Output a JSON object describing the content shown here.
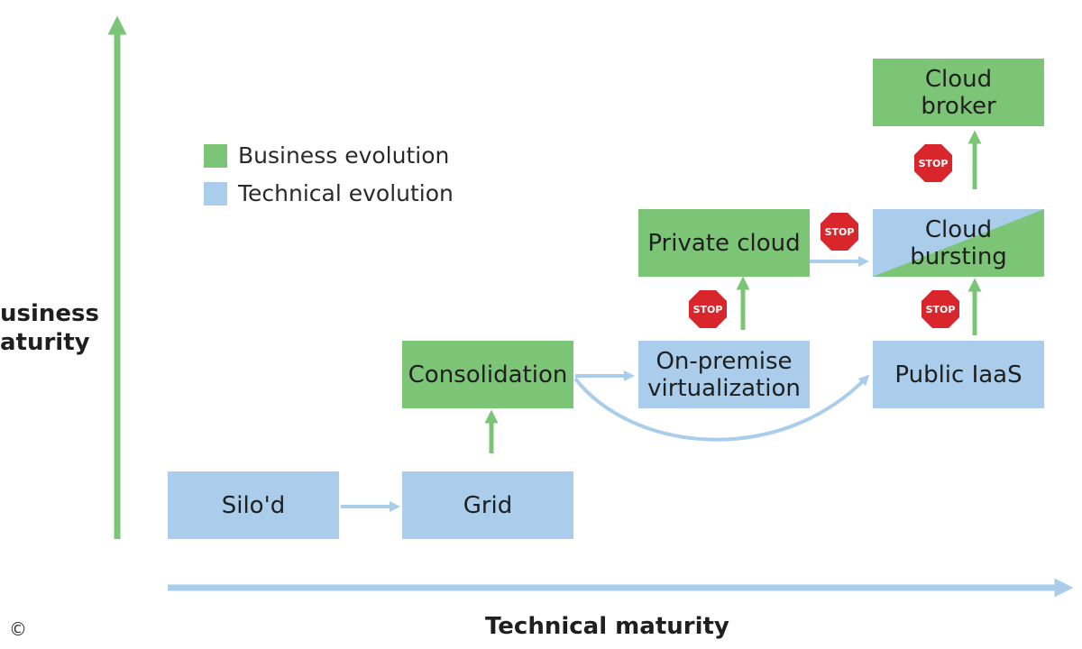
{
  "legend": {
    "business": {
      "label": "Business evolution",
      "color": "#7cc576"
    },
    "technical": {
      "label": "Technical evolution",
      "color": "#a9cdea"
    }
  },
  "axes": {
    "y_label_line1": "usiness",
    "y_label_line2": "aturity",
    "x_label": "Technical maturity"
  },
  "nodes": {
    "silod": "Silo'd",
    "grid": "Grid",
    "consolidation": "Consolidation",
    "on_premise": "On-premise\nvirtualization",
    "private_cloud": "Private cloud",
    "public_iaas": "Public IaaS",
    "cloud_bursting": "Cloud\nbursting",
    "cloud_broker": "Cloud\nbroker"
  },
  "stop_sign_text": "STOP",
  "copyright": "©",
  "colors": {
    "arrow_green": "#7cc576",
    "arrow_blue": "#a9cdea",
    "stop_red": "#d9262c"
  }
}
